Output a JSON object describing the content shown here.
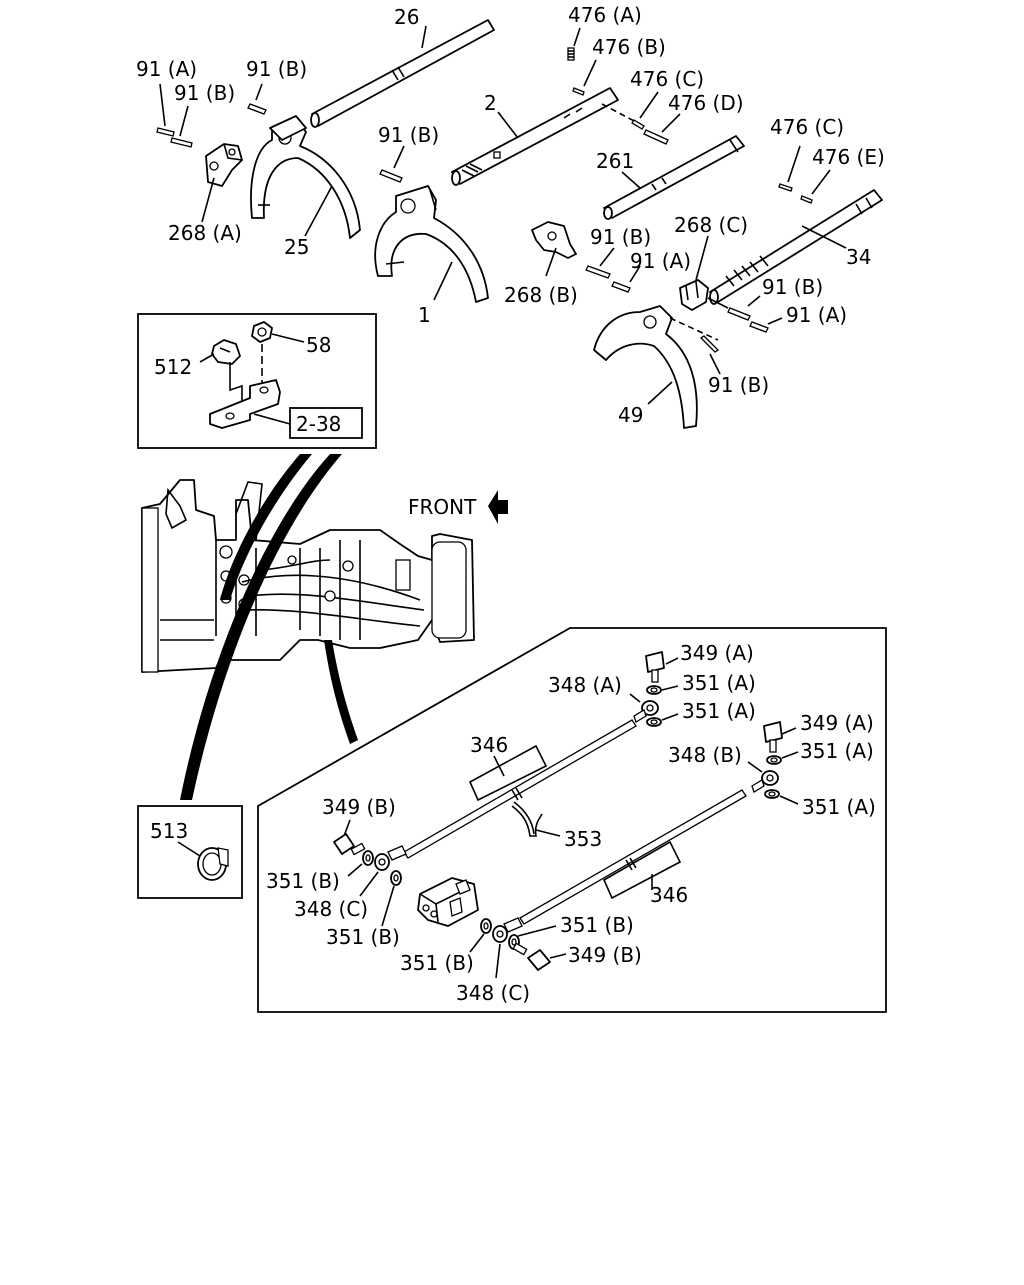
{
  "labels": {
    "l26": "26",
    "l476a": "476 (A)",
    "l476b": "476 (B)",
    "l476c_top": "476 (C)",
    "l476d": "476 (D)",
    "l91a_top": "91 (A)",
    "l91b_top1": "91 (B)",
    "l91b_top2": "91 (B)",
    "l2": "2",
    "l91b_mid": "91 (B)",
    "l476c_right": "476 (C)",
    "l476e": "476 (E)",
    "l261": "261",
    "l268a": "268 (A)",
    "l25": "25",
    "l268c": "268 (C)",
    "l91b_268b": "91 (B)",
    "l91a_268b": "91 (A)",
    "l34": "34",
    "l268b": "268 (B)",
    "l91b_right": "91 (B)",
    "l91a_right": "91 (A)",
    "l1": "1",
    "l91b_49": "91 (B)",
    "l49": "49",
    "l512": "512",
    "l58": "58",
    "l2_38": "2-38",
    "front": "FRONT",
    "l349a_1": "349 (A)",
    "l348a": "348 (A)",
    "l351a_1": "351 (A)",
    "l351a_2": "351 (A)",
    "l349a_2": "349 (A)",
    "l346_top": "346",
    "l348b": "348 (B)",
    "l351a_3": "351 (A)",
    "l351a_4": "351 (A)",
    "l349b_1": "349 (B)",
    "l353": "353",
    "l513": "513",
    "l351b_1": "351 (B)",
    "l346_bot": "346",
    "l348c_1": "348 (C)",
    "l351b_2": "351 (B)",
    "l351b_3": "351 (B)",
    "l351b_4": "351 (B)",
    "l349b_2": "349 (B)",
    "l348c_2": "348 (C)"
  }
}
